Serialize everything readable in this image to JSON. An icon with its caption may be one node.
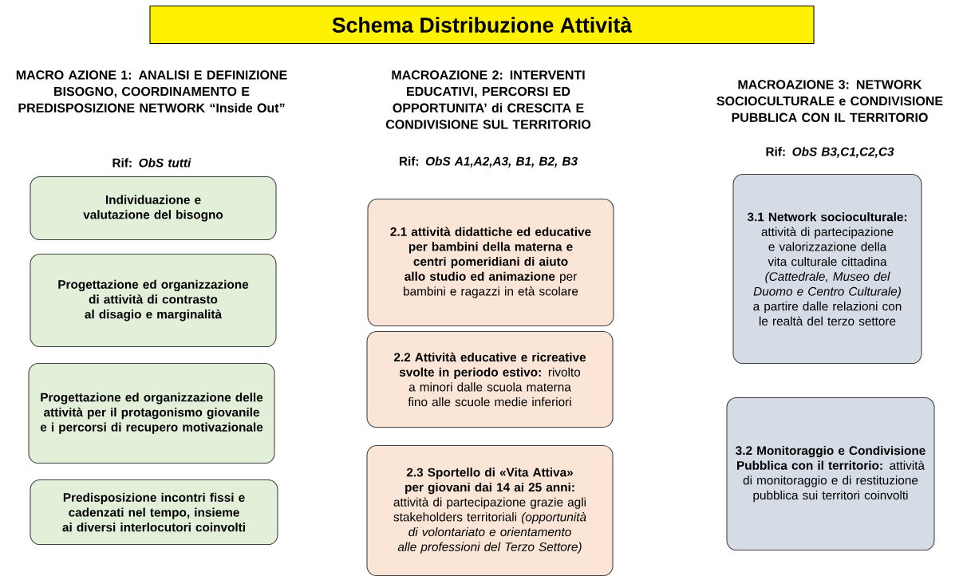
{
  "diagram": {
    "title": "Schema Distribuzione Attività",
    "nodes": [
      {
        "text": [
          "Individuazione e valutazione del bisogno"
        ]
      },
      {
        "text": [
          "Progettazione ed organizzazione di attività di contrasto al disagio e marginalità"
        ]
      },
      {
        "text": [
          "Progettazione ed organizzazione delle attività per il protagonismo giovanile e i percorsi di recupero motivazionale"
        ]
      },
      {
        "text": [
          "Predisposizione incontri fissi e cadenzati nel tempo, insieme ai diversi interlocutori coinvolti"
        ]
      },
      {
        "text": [
          "**2.1 attività didattiche ed educative per bambini della materna e centri pomeridiani di aiuto allo studio ed animazione** per bambini e ragazzi in età scolare"
        ]
      },
      {
        "text": [
          "**2.2 Attività educative e ricreative svolte in periodo estivo:** rivolto a minori dalle scuola materna fino alle scuole medie inferiori"
        ]
      },
      {
        "text": [
          "**2.3 Sportello di «Vita Attiva» per giovani dai 14 ai 25 anni:** attività di partecipazione grazie agli stakeholders territoriali *(opportunità di volontariato e orientamento alle professioni del Terzo Settore)*"
        ]
      },
      {
        "text": [
          "**3.1 Network socioculturale:** attività di partecipazione e valorizzazione della vita culturale cittadina *(Cattedrale, Museo del Duomo e Centro Culturale)* a partire dalle relazioni con le realtà del terzo settore"
        ]
      },
      {
        "text": [
          "**3.2 Monitoraggio e Condivisione Pubblica con il territorio:** attività di monitoraggio e di restituzione pubblica sui territori coinvolti"
        ]
      }
    ],
    "labels": [
      "MACRO AZIONE 1: ANALISI E DEFINIZIONE BISOGNO, COORDINAMENTO E PREDISPOSIZIONE NETWORK “Inside Out”",
      "MACROAZIONE 2: INTERVENTI EDUCATIVI, PERCORSI ED OPPORTUNITA’ di CRESCITA E CONDIVISIONE SUL TERRITORIO",
      "MACROAZIONE 3: NETWORK SOCIOCULTURALE e CONDIVISIONE PUBBLICA CON IL TERRITORIO",
      "Rif: *ObS tutti*",
      "Rif: *ObS A1,A2,A3, B1, B2, B3*",
      "Rif: *ObS B3,C1,C2,C3*"
    ]
  }
}
